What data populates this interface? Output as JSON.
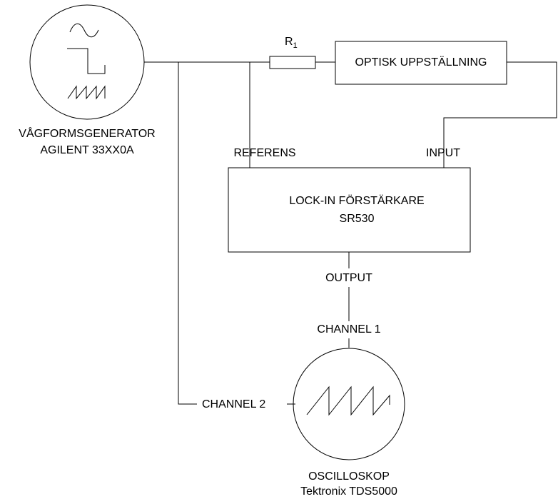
{
  "generator": {
    "name": "VÅGFORMSGENERATOR",
    "model": "AGILENT 33XX0A"
  },
  "resistor": {
    "symbol": "R",
    "subscript": "1"
  },
  "optics": {
    "label": "OPTISK UPPSTÄLLNING"
  },
  "lockin": {
    "name": "LOCK-IN FÖRSTÄRKARE",
    "model": "SR530",
    "ref_port": "REFERENS",
    "input_port": "INPUT",
    "output_port": "OUTPUT"
  },
  "scope": {
    "name": "OSCILLOSKOP",
    "model": "Tektronix TDS5000",
    "ch1": "CHANNEL 1",
    "ch2": "CHANNEL 2"
  }
}
